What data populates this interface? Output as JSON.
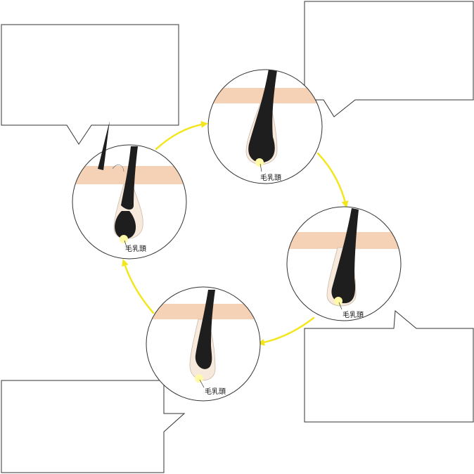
{
  "labels": {
    "papilla_1": "毛乳頭",
    "papilla_2": "毛乳頭",
    "papilla_3": "毛乳頭",
    "papilla_4": "毛乳頭"
  },
  "callouts": {
    "top_left": "",
    "top_right": "",
    "bottom_right": "",
    "bottom_left": ""
  },
  "colors": {
    "skin": "#f5d2b5",
    "hair": "#1e1e1e",
    "follicle": "#f7e9dc",
    "papilla": "#fff9a8",
    "arrow": "#f4e61e",
    "outline": "#333333"
  }
}
